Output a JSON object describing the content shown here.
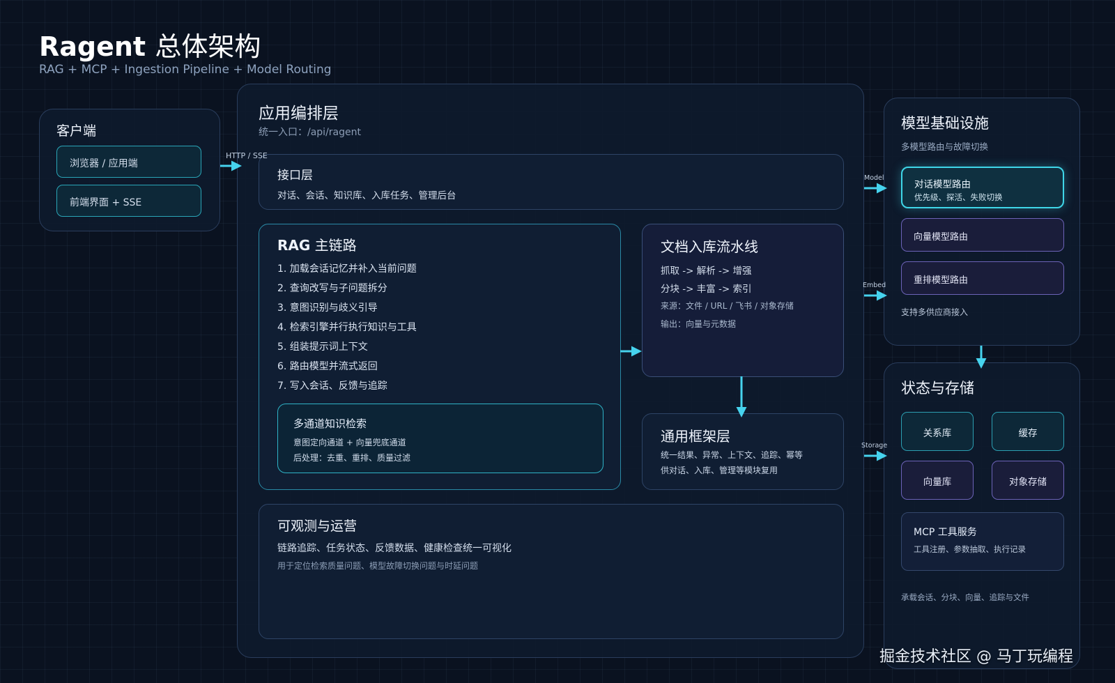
{
  "header": {
    "title_latin": "Ragent",
    "title_cn": "总体架构",
    "subtitle": "RAG + MCP + Ingestion Pipeline + Model Routing"
  },
  "client": {
    "title": "客户端",
    "items": [
      "浏览器 / 应用端",
      "前端界面 + SSE"
    ],
    "link_label": "HTTP / SSE"
  },
  "app": {
    "title": "应用编排层",
    "subtitle": "统一入口：/api/ragent",
    "interface": {
      "title": "接口层",
      "desc": "对话、会话、知识库、入库任务、管理后台"
    },
    "rag": {
      "title_latin": "RAG",
      "title_cn": "主链路",
      "steps": [
        "1. 加载会话记忆并补入当前问题",
        "2. 查询改写与子问题拆分",
        "3. 意图识别与歧义引导",
        "4. 检索引擎并行执行知识与工具",
        "5. 组装提示词上下文",
        "6. 路由模型并流式返回",
        "7. 写入会话、反馈与追踪"
      ],
      "retrieval": {
        "title": "多通道知识检索",
        "lines": [
          "意图定向通道 + 向量兜底通道",
          "后处理：去重、重排、质量过滤"
        ]
      }
    },
    "ingest": {
      "title": "文档入库流水线",
      "lines": [
        "抓取 -> 解析 -> 增强",
        "分块 -> 丰富 -> 索引"
      ],
      "notes": [
        "来源：文件 / URL / 飞书 / 对象存储",
        "输出：向量与元数据"
      ]
    },
    "framework": {
      "title": "通用框架层",
      "lines": [
        "统一结果、异常、上下文、追踪、幂等",
        "供对话、入库、管理等模块复用"
      ]
    },
    "observability": {
      "title": "可观测与运营",
      "line": "链路追踪、任务状态、反馈数据、健康检查统一可视化",
      "note": "用于定位检索质量问题、模型故障切换问题与时延问题"
    }
  },
  "model_infra": {
    "title": "模型基础设施",
    "subtitle": "多模型路由与故障切换",
    "chat": {
      "title": "对话模型路由",
      "desc": "优先级、探活、失败切换"
    },
    "vector": "向量模型路由",
    "rerank": "重排模型路由",
    "note": "支持多供应商接入"
  },
  "storage": {
    "title": "状态与存储",
    "items": [
      "关系库",
      "缓存",
      "向量库",
      "对象存储"
    ],
    "mcp": {
      "title": "MCP 工具服务",
      "desc": "工具注册、参数抽取、执行记录"
    },
    "note": "承载会话、分块、向量、追踪与文件"
  },
  "connectors": {
    "model": "Model",
    "embed": "Embed",
    "storage": "Storage"
  },
  "watermark": "掘金技术社区 @ 马丁玩编程",
  "colors": {
    "accent_cyan": "#46d3ee",
    "teal_border": "#2aa6b8",
    "purple_border": "#6c63b8",
    "background": "#0a1220"
  }
}
